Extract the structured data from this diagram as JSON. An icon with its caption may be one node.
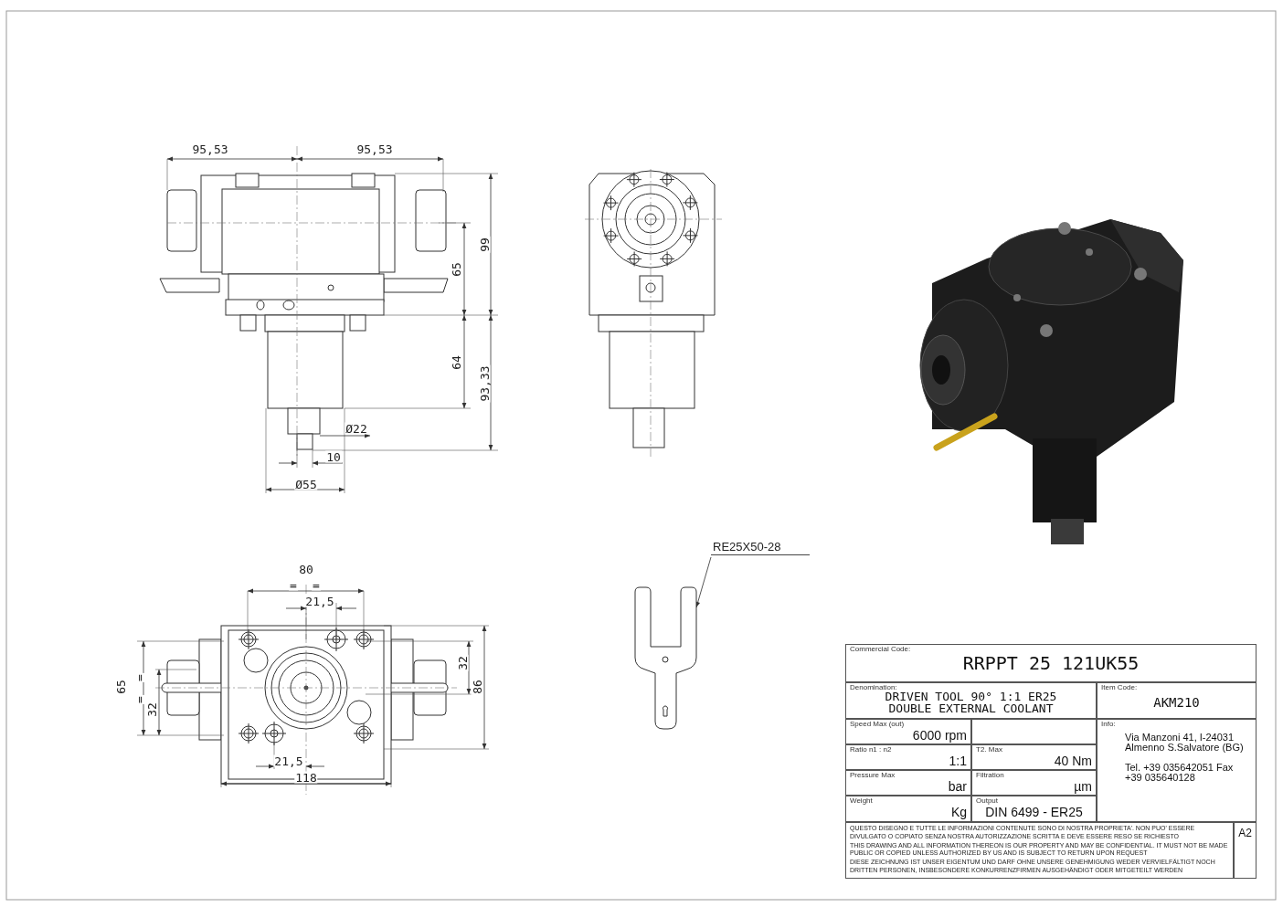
{
  "diagram": {
    "nodes": [
      {
        "text": [
          "RE25X50-28"
        ]
      },
      {
        "text": [],
        "shape": "picture"
      }
    ],
    "edges": [
      {
        "from": 0,
        "to": 1,
        "arrow": "to"
      }
    ],
    "labels": [
      "95,53",
      "95,53",
      "99",
      "65",
      "64",
      "93,33",
      "Ø22",
      "10",
      "Ø55",
      "80",
      "=",
      "=",
      "21,5",
      "65",
      "=",
      "=",
      "32",
      "32",
      "86",
      "21,5",
      "118",
      "Commercial Code:",
      "RRPPT 25 121UK55",
      "Denomination:",
      "DRIVEN TOOL 90° 1:1 ER25 DOUBLE EXTERNAL COOLANT",
      "Item Code:",
      "AKM210",
      "Speed Max (out)",
      "6000 rpm",
      "Info:",
      "Via Manzoni 41, I-24031 Almenno S.Salvatore (BG)",
      "Tel. +39 035642051 Fax +39 035640128",
      "Ratio n1 : n2",
      "1:1",
      "T2. Max",
      "40 Nm",
      "Pressure Max",
      "bar",
      "Filtration",
      "µm",
      "Weight",
      "Kg",
      "Output",
      "DIN 6499 - ER25",
      "QUESTO DISEGNO E TUTTE LE INFORMAZIONI CONTENUTE SONO DI NOSTRA PROPRIETA'. NON PUO' ESSERE DIVULGATO O COPIATO SENZA NOSTRA AUTORIZZAZIONE SCRITTA E DEVE ESSERE RESO SE RICHIESTO",
      "THIS DRAWING AND ALL INFORMATION THEREON IS OUR PROPERTY AND MAY BE CONFIDENTIAL. IT MUST NOT BE MADE PUBLIC OR COPIED UNLESS AUTHORIZED BY US AND IS SUBJECT TO RETURN UPON REQUEST",
      "DIESE ZEICHNUNG IST UNSER EIGENTUM UND DARF OHNE UNSERE GENEHMIGUNG WEDER VERVIELFÄLTIGT NOCH DRITTEN PERSONEN, INSBESONDERE KONKURRENZFIRMEN AUSGEHÄNDIGT ODER MITGETEILT WERDEN",
      "A2"
    ]
  }
}
